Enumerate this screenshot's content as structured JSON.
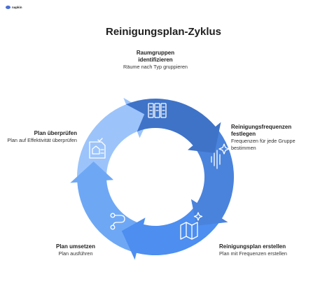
{
  "logo": {
    "text": "napkin"
  },
  "title": "Reinigungsplan-Zyklus",
  "colors": {
    "step1": "#3f73c8",
    "step2": "#4a83dc",
    "step3": "#4d8ef0",
    "step4": "#6ea8f5",
    "step5": "#9cc4fb",
    "icon_stroke": "#ffffff"
  },
  "steps": [
    {
      "title": "Raumgruppen identifizieren",
      "desc": "Räume nach Typ gruppieren",
      "icon": "filing-cabinet-icon"
    },
    {
      "title": "Reinigungsfrequenzen festlegen",
      "desc": "Frequenzen für jede Gruppe bestimmen",
      "icon": "sound-wave-sparkle-icon"
    },
    {
      "title": "Reinigungsplan erstellen",
      "desc": "Plan mit Frequenzen erstellen",
      "icon": "map-sparkle-icon"
    },
    {
      "title": "Plan umsetzen",
      "desc": "Plan ausführen",
      "icon": "route-icon"
    },
    {
      "title": "Plan überprüfen",
      "desc": "Plan auf Effektivität überprüfen",
      "icon": "checklist-icon"
    }
  ]
}
